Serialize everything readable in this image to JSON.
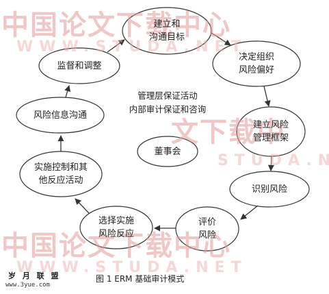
{
  "watermark": {
    "cn": "中国论文下载中心",
    "en": "WWW.STUDA.NET",
    "cn_partial": "文下载中",
    "en_partial": "STUDA.N"
  },
  "nodes": [
    {
      "id": "n1",
      "lines": [
        "建立和",
        "沟通目标"
      ]
    },
    {
      "id": "n2",
      "lines": [
        "决定组织",
        "风险偏好"
      ]
    },
    {
      "id": "n3",
      "lines": [
        "建立风险",
        "管理框架"
      ]
    },
    {
      "id": "n4",
      "lines": [
        "识别风险"
      ]
    },
    {
      "id": "n5",
      "lines": [
        "评价",
        "风险"
      ]
    },
    {
      "id": "n6",
      "lines": [
        "选择实施",
        "风险反应"
      ]
    },
    {
      "id": "n7",
      "lines": [
        "实施控制和其",
        "他反应活动"
      ]
    },
    {
      "id": "n8",
      "lines": [
        "风险信息沟通"
      ]
    },
    {
      "id": "n9",
      "lines": [
        "监督和调整"
      ]
    },
    {
      "id": "n10",
      "lines": [
        "董事会"
      ]
    }
  ],
  "center_label": [
    "管理层保证活动",
    "内部审计保证和咨询"
  ],
  "caption": "图 1   ERM 基础审计模式",
  "logo": {
    "name": "岁 月 联 盟",
    "url": "www.3yue.com"
  },
  "colors": {
    "stroke": "#333333",
    "watermark": "#e39a9a",
    "text": "#222222"
  }
}
